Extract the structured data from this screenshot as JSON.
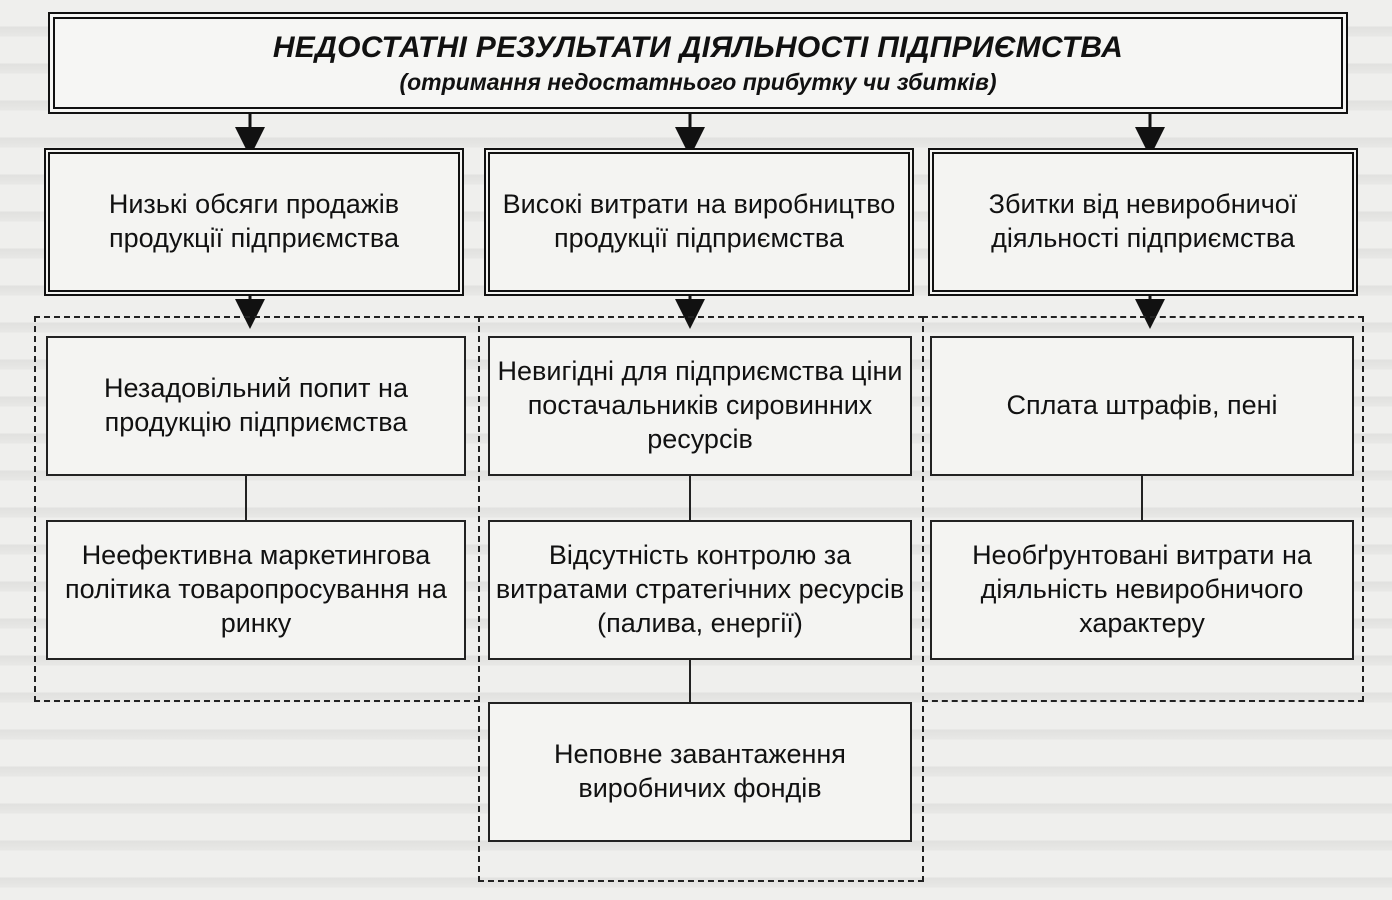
{
  "header": {
    "title": "НЕДОСТАТНІ РЕЗУЛЬТАТИ ДІЯЛЬНОСТІ ПІДПРИЄМСТВА",
    "subtitle": "(отримання недостатнього прибутку чи збитків)"
  },
  "categories": [
    {
      "label": "Низькі обсяги продажів продукції підприємства"
    },
    {
      "label": "Високі витрати на виробництво продукції підприємства"
    },
    {
      "label": "Збитки від невиробничої діяльності підприємства"
    }
  ],
  "causes": {
    "left": [
      "Незадовільний попит на продукцію підприємства",
      "Неефективна маркетингова політика товаропросування на ринку"
    ],
    "middle": [
      "Невигідні для підприємства ціни постачальників сировинних ресурсів",
      "Відсутність контролю за витратами стратегічних ресурсів (палива, енергії)",
      "Неповне завантаження виробничих фондів"
    ],
    "right": [
      "Сплата штрафів, пені",
      "Необґрунтовані витрати на діяльність невиробничого характеру"
    ]
  }
}
